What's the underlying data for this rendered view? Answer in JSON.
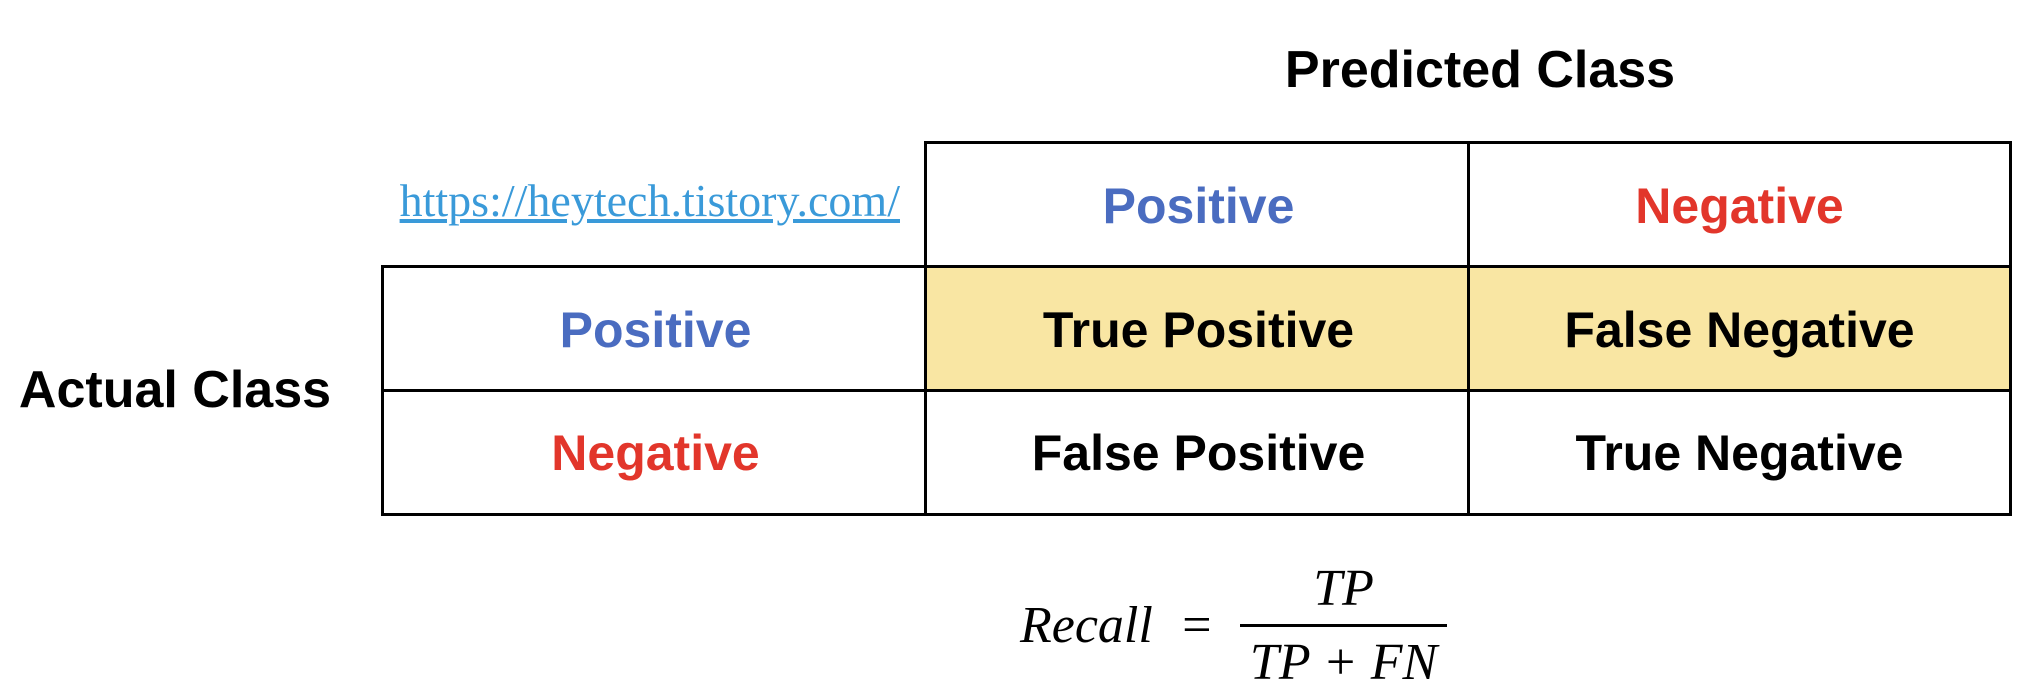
{
  "predicted_title": "Predicted Class",
  "actual_title": "Actual Class",
  "source_link": "https://heytech.tistory.com/",
  "col_headers": {
    "positive": "Positive",
    "negative": "Negative"
  },
  "row_headers": {
    "positive": "Positive",
    "negative": "Negative"
  },
  "cells": {
    "tp": "True Positive",
    "fn": "False Negative",
    "fp": "False Positive",
    "tn": "True Negative"
  },
  "formula": {
    "lhs": "Recall",
    "equals": "=",
    "numerator": "TP",
    "denominator": "TP + FN"
  },
  "colors": {
    "positive": "#4a6cc0",
    "negative": "#e2362b",
    "highlight": "#f9e6a3",
    "link": "#3a9ad9"
  }
}
